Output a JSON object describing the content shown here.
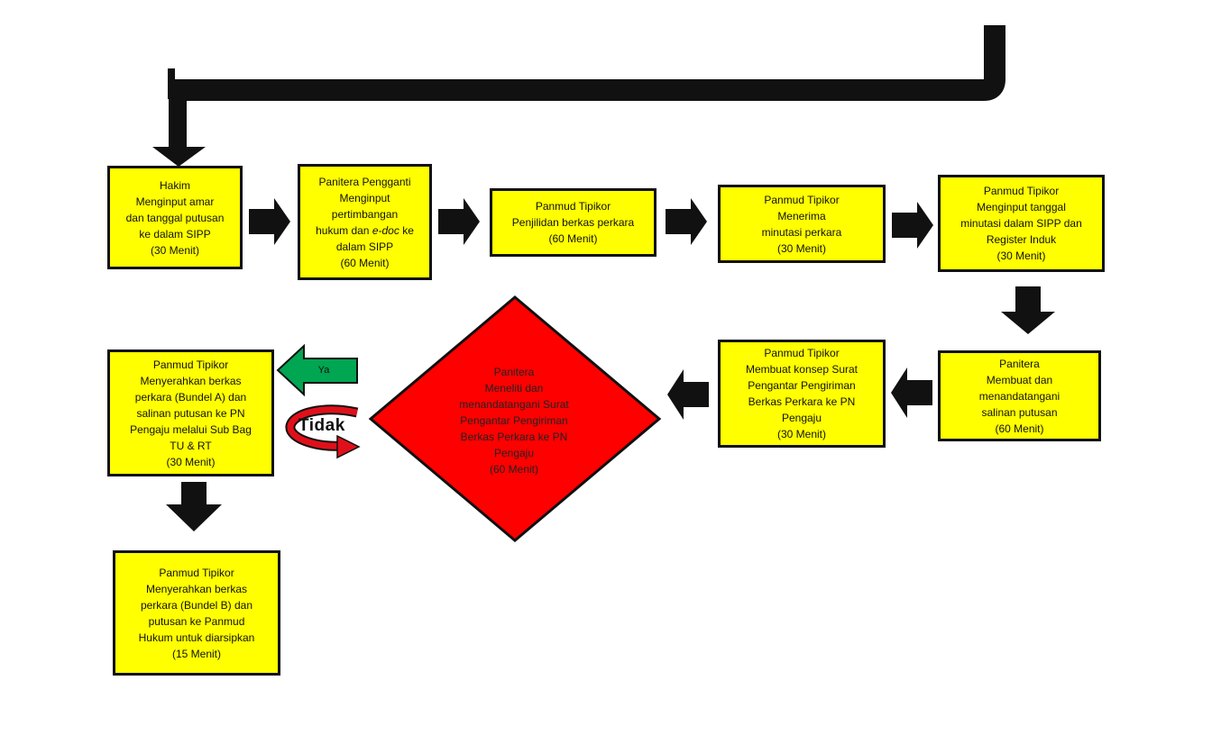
{
  "steps": {
    "s1": {
      "actor": "Hakim",
      "lines": [
        "Menginput amar",
        "dan tanggal putusan",
        "ke dalam SIPP",
        "(30 Menit)"
      ]
    },
    "s2": {
      "actor": "Panitera Pengganti",
      "lines": [
        "Menginput",
        "pertimbangan"
      ],
      "line_pre": "hukum dan ",
      "line_em": "e-doc",
      "line_post": " ke",
      "lines_b": [
        "dalam SIPP",
        "(60 Menit)"
      ]
    },
    "s3": {
      "actor": "Panmud Tipikor",
      "lines": [
        "Penjilidan berkas perkara",
        "(60 Menit)"
      ]
    },
    "s4": {
      "actor": "Panmud Tipikor",
      "lines": [
        "Menerima",
        "minutasi perkara",
        "(30 Menit)"
      ]
    },
    "s5": {
      "actor": "Panmud Tipikor",
      "lines": [
        "Menginput tanggal",
        "minutasi dalam SIPP dan",
        "Register Induk",
        "(30 Menit)"
      ]
    },
    "s6": {
      "actor": "Panitera",
      "lines": [
        "Membuat dan",
        "menandatangani",
        "salinan putusan",
        "(60 Menit)"
      ]
    },
    "s7": {
      "actor": "Panmud Tipikor",
      "lines": [
        "Membuat konsep Surat",
        "Pengantar Pengiriman",
        "Berkas Perkara ke PN",
        "Pengaju",
        "(30 Menit)"
      ]
    },
    "s8": {
      "actor": "Panitera",
      "lines": [
        "Meneliti dan",
        "menandatangani Surat",
        "Pengantar Pengiriman",
        "Berkas Perkara ke PN",
        "Pengaju",
        "(60 Menit)"
      ]
    },
    "s9": {
      "actor": "Panmud Tipikor",
      "lines": [
        "Menyerahkan berkas",
        "perkara (Bundel A) dan",
        "salinan putusan ke PN",
        "Pengaju melalui Sub Bag",
        "TU & RT",
        "(30 Menit)"
      ]
    },
    "s10": {
      "actor": "Panmud Tipikor",
      "lines": [
        "Menyerahkan berkas",
        "perkara (Bundel B) dan",
        "putusan ke Panmud",
        "Hukum untuk diarsipkan",
        "(15 Menit)"
      ]
    }
  },
  "decision": {
    "yes_label": "Ya",
    "no_label": "Tidak"
  },
  "colors": {
    "box_fill": "#ffff00",
    "decision_fill": "#ff0000",
    "arrow": "#111111",
    "yes_arrow": "#00a651",
    "no_arrow": "#e0101a"
  }
}
